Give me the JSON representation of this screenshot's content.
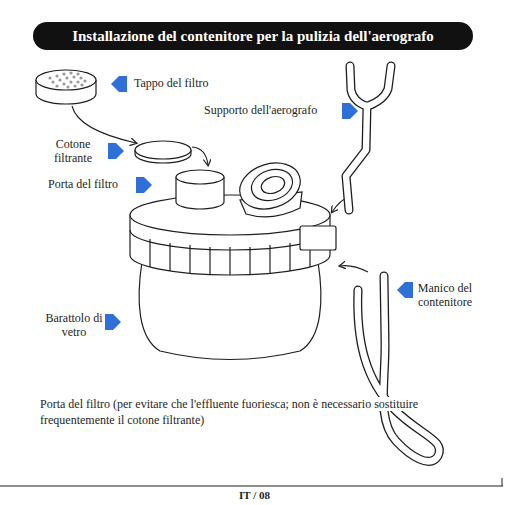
{
  "diagram": {
    "title": "Installazione del contenitore per la pulizia dell'aerografo",
    "labels": [
      "Tappo del filtro",
      "Supporto dell'aerografo",
      "Cotone filtrante",
      "Porta del filtro",
      "Barattolo di vetro",
      "Manico del contenitore",
      "Porta del filtro (per evitare che l'effluente fuoriesca; non è necessario sostituire frequentemente il cotone filtrante)",
      "IT / 08"
    ]
  }
}
